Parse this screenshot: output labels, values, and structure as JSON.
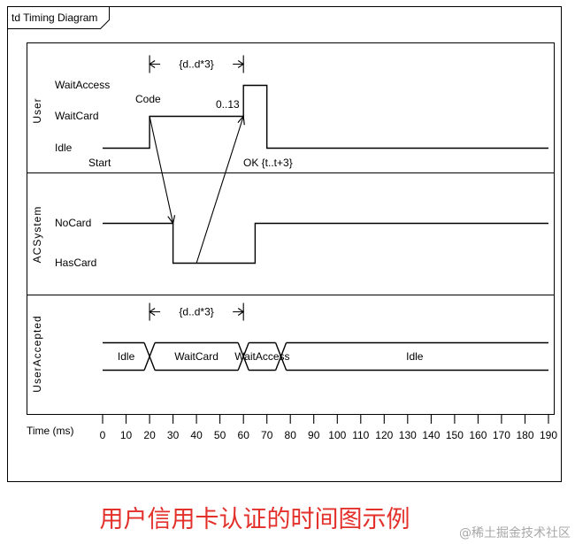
{
  "frame": {
    "title": "td Timing Diagram"
  },
  "lifelines": [
    {
      "name": "User",
      "states": [
        "WaitAccess",
        "WaitCard",
        "Idle"
      ],
      "timeline": [
        {
          "state": 2,
          "from": 0,
          "to": 20
        },
        {
          "state": 1,
          "from": 20,
          "to": 60
        },
        {
          "state": 0,
          "from": 60,
          "to": 70
        },
        {
          "state": 2,
          "from": 70,
          "to": 190
        }
      ]
    },
    {
      "name": "ACSystem",
      "states": [
        "NoCard",
        "HasCard"
      ],
      "timeline": [
        {
          "state": 0,
          "from": 0,
          "to": 30
        },
        {
          "state": 1,
          "from": 30,
          "to": 65
        },
        {
          "state": 0,
          "from": 65,
          "to": 190
        }
      ]
    },
    {
      "name": "UserAccepted",
      "segments": [
        {
          "label": "Idle",
          "from": 0,
          "to": 20
        },
        {
          "label": "WaitCard",
          "from": 20,
          "to": 60
        },
        {
          "label": "WaitAccess",
          "from": 60,
          "to": 76
        },
        {
          "label": "Idle",
          "from": 76,
          "to": 190
        }
      ]
    }
  ],
  "messages": [
    {
      "from": {
        "lifeline": 0,
        "state": 1,
        "time": 20
      },
      "to": {
        "lifeline": 1,
        "state": 0,
        "time": 30
      }
    },
    {
      "from": {
        "lifeline": 1,
        "state": 1,
        "time": 40
      },
      "to": {
        "lifeline": 0,
        "state": 1,
        "time": 60
      }
    }
  ],
  "annotations": {
    "code": "Code",
    "range": "0..13",
    "start": "Start",
    "ok": "OK {t..t+3}"
  },
  "durations": [
    {
      "label": "{d..d*3}",
      "lifeline": 0,
      "from": 20,
      "to": 60
    },
    {
      "label": "{d..d*3}",
      "lifeline": 2,
      "from": 20,
      "to": 60
    }
  ],
  "axis": {
    "label": "Time (ms)",
    "ticks": [
      0,
      10,
      20,
      30,
      40,
      50,
      60,
      70,
      80,
      90,
      100,
      110,
      120,
      130,
      140,
      150,
      160,
      170,
      180,
      190
    ]
  },
  "caption": "用户信用卡认证的时间图示例",
  "watermark": "@稀土掘金技术社区",
  "colors": {
    "caption": "#e3302b",
    "line": "#000000"
  }
}
